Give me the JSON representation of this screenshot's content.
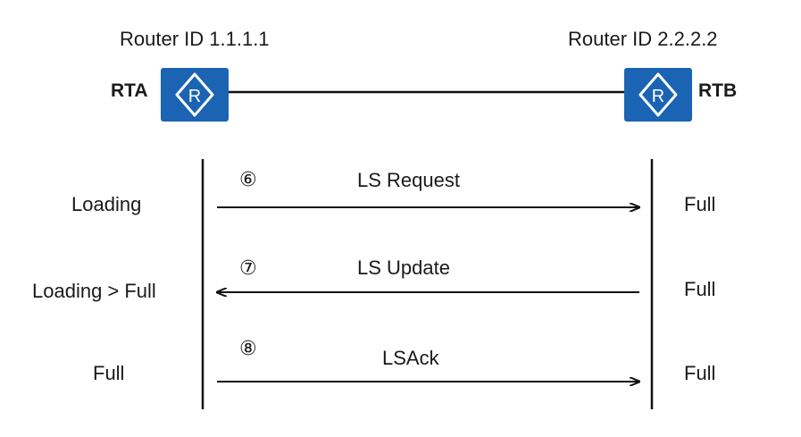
{
  "routers": {
    "rta": {
      "name": "RTA",
      "router_id": "Router ID 1.1.1.1"
    },
    "rtb": {
      "name": "RTB",
      "router_id": "Router ID 2.2.2.2"
    }
  },
  "icon_letter": "R",
  "colors": {
    "router_fill": "#1b63b3",
    "line": "#111111"
  },
  "messages": [
    {
      "step": "⑥",
      "label": "LS Request",
      "direction": "rta-to-rtb",
      "rta_state": "Loading",
      "rtb_state": "Full"
    },
    {
      "step": "⑦",
      "label": "LS Update",
      "direction": "rtb-to-rta",
      "rta_state": "Loading > Full",
      "rtb_state": "Full"
    },
    {
      "step": "⑧",
      "label": "LSAck",
      "direction": "rta-to-rtb",
      "rta_state": "Full",
      "rtb_state": "Full"
    }
  ]
}
